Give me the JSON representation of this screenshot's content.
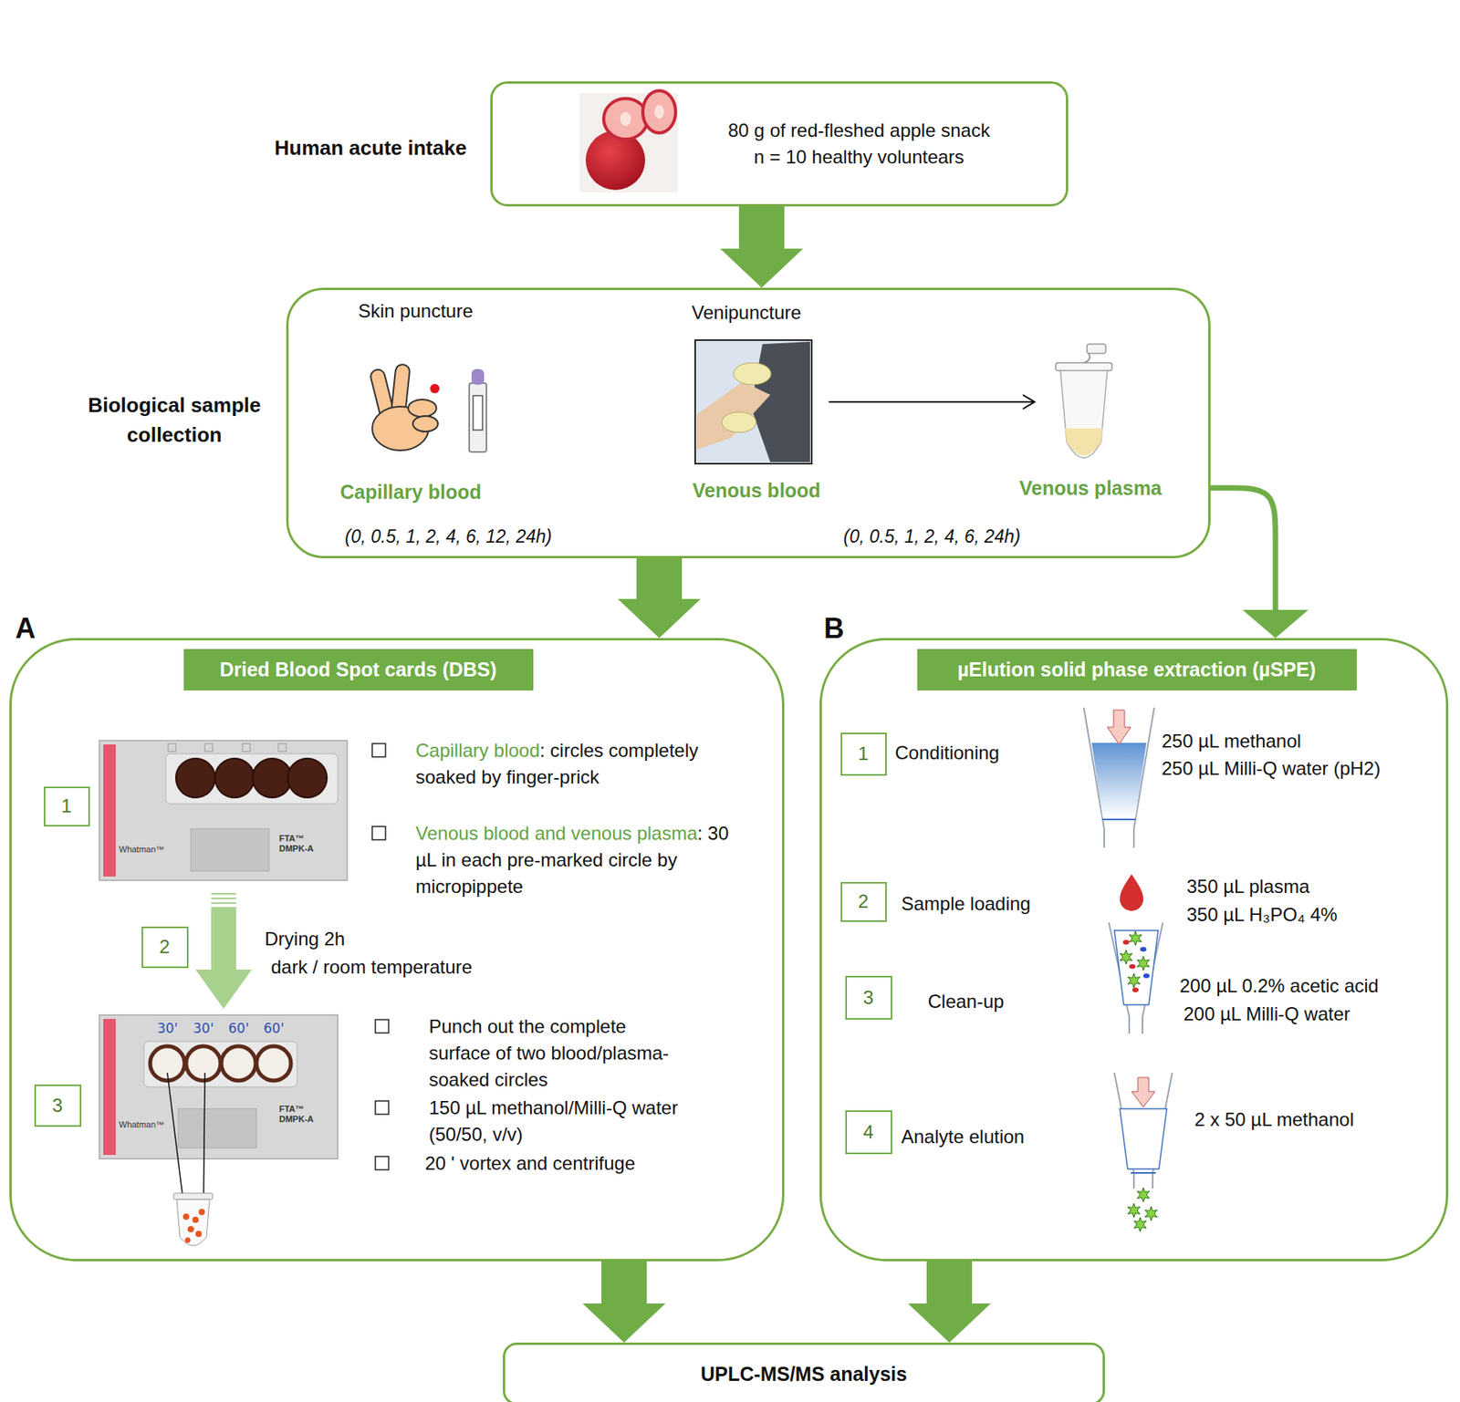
{
  "diagram": {
    "nodes": [
      {
        "text": [
          "80 g of red-fleshed apple snack",
          "n = 10 healthy voluntears"
        ]
      },
      {
        "text": [
          "Skin puncture",
          "Venipuncture",
          "Capillary blood",
          "Venous blood",
          "Venous plasma",
          "(0, 0.5, 1, 2, 4, 6, 12, 24h)",
          "(0, 0.5, 1, 2, 4, 6, 24h)"
        ]
      },
      {
        "text": [
          "A",
          "Capillary blood: circles completely soaked by finger-prick",
          "Venous blood and venous plasma: 30 µL in each pre-marked circle by micropippete",
          "Drying 2h",
          "dark / room temperature",
          "Punch out the complete surface of two blood/plasma-soaked circles",
          "150 µL methanol/Milli-Q water (50/50, v/v)",
          "20 ' vortex and centrifuge"
        ]
      },
      {
        "text": [
          "Dried Blood Spot cards (DBS)"
        ],
        "in": 2
      },
      {
        "text": [
          "1"
        ],
        "in": 2
      },
      {
        "text": [
          "2"
        ],
        "in": 2
      },
      {
        "text": [
          "3"
        ],
        "in": 2
      },
      {
        "text": [
          "B",
          "Conditioning",
          "250 µL methanol",
          "250 µL Milli-Q water (pH2)",
          "Sample loading",
          "350 µL plasma",
          "350 µL H₃PO₄ 4%",
          "Clean-up",
          "200 µL 0.2% acetic acid",
          "200 µL Milli-Q water",
          "Analyte elution",
          "2 x 50 µL methanol"
        ]
      },
      {
        "text": [
          "µElution solid phase extraction (µSPE)"
        ],
        "in": 7
      },
      {
        "text": [
          "1"
        ],
        "in": 7
      },
      {
        "text": [
          "2"
        ],
        "in": 7
      },
      {
        "text": [
          "3"
        ],
        "in": 7
      },
      {
        "text": [
          "4"
        ],
        "in": 7
      },
      {
        "text": [
          "UPLC-MS/MS analysis"
        ]
      }
    ],
    "edges": [
      {
        "from": 0,
        "to": 1,
        "arrow": "to"
      },
      {
        "from": 1,
        "to": 2,
        "arrow": "to"
      },
      {
        "from": 1,
        "to": 7,
        "arrow": "to"
      },
      {
        "from": 2,
        "to": 13,
        "arrow": "to"
      },
      {
        "from": 7,
        "to": 13,
        "arrow": "to"
      }
    ],
    "labels": [
      "Human acute intake",
      "Biological sample collection",
      "Whatman™",
      "FTA™ DMPK-A",
      "30'",
      "30'",
      "60'",
      "60'",
      "Whatman™",
      "FTA™ DMPK-A"
    ]
  }
}
